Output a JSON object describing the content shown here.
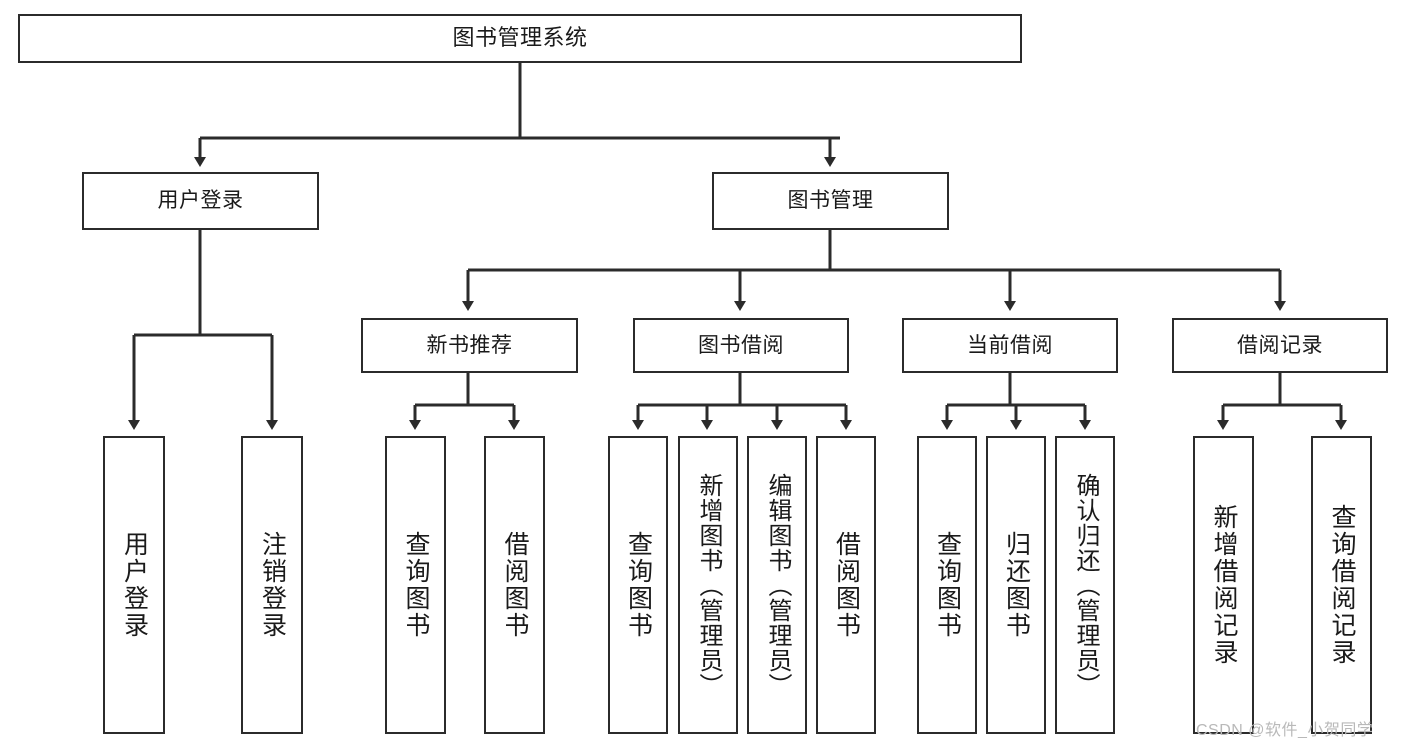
{
  "diagram": {
    "type": "tree-hierarchy-chart",
    "title": "图书管理系统",
    "line_color": "#2b2b2b",
    "box_fill": "#ffffff",
    "text_color": "#1a1a1a",
    "levels": {
      "level1": [
        "图书管理系统"
      ],
      "level2": [
        "用户登录",
        "图书管理"
      ],
      "level3": [
        "新书推荐",
        "图书借阅",
        "当前借阅",
        "借阅记录"
      ],
      "level4": [
        "用户登录",
        "注销登录",
        "查询图书",
        "借阅图书",
        "查询图书",
        "新增图书（管理员）",
        "编辑图书（管理员）",
        "借阅图书",
        "查询图书",
        "归还图书",
        "确认归还（管理员）",
        "新增借阅记录",
        "查询借阅记录"
      ]
    },
    "nodes": {
      "root": {
        "label": "图书管理系统"
      },
      "user_login": {
        "label": "用户登录"
      },
      "book_manage": {
        "label": "图书管理"
      },
      "new_book_rec": {
        "label": "新书推荐"
      },
      "book_borrow": {
        "label": "图书借阅"
      },
      "current_borrow": {
        "label": "当前借阅"
      },
      "borrow_record": {
        "label": "借阅记录"
      },
      "leaf_user_login": {
        "label": "用户登录"
      },
      "leaf_user_logout": {
        "label": "注销登录"
      },
      "leaf_query_book_a": {
        "label": "查询图书"
      },
      "leaf_borrow_book_a": {
        "label": "借阅图书"
      },
      "leaf_query_book_b": {
        "label": "查询图书"
      },
      "leaf_add_book": {
        "label": "新增图书（管理员）"
      },
      "leaf_edit_book": {
        "label": "编辑图书（管理员）"
      },
      "leaf_borrow_book_b": {
        "label": "借阅图书"
      },
      "leaf_query_book_c": {
        "label": "查询图书"
      },
      "leaf_return_book": {
        "label": "归还图书"
      },
      "leaf_confirm_return": {
        "label": "确认归还（管理员）"
      },
      "leaf_add_record": {
        "label": "新增借阅记录"
      },
      "leaf_query_record": {
        "label": "查询借阅记录"
      }
    },
    "edges": [
      [
        "root",
        "user_login"
      ],
      [
        "root",
        "book_manage"
      ],
      [
        "user_login",
        "leaf_user_login"
      ],
      [
        "user_login",
        "leaf_user_logout"
      ],
      [
        "book_manage",
        "new_book_rec"
      ],
      [
        "book_manage",
        "book_borrow"
      ],
      [
        "book_manage",
        "current_borrow"
      ],
      [
        "book_manage",
        "borrow_record"
      ],
      [
        "new_book_rec",
        "leaf_query_book_a"
      ],
      [
        "new_book_rec",
        "leaf_borrow_book_a"
      ],
      [
        "book_borrow",
        "leaf_query_book_b"
      ],
      [
        "book_borrow",
        "leaf_add_book"
      ],
      [
        "book_borrow",
        "leaf_edit_book"
      ],
      [
        "book_borrow",
        "leaf_borrow_book_b"
      ],
      [
        "current_borrow",
        "leaf_query_book_c"
      ],
      [
        "current_borrow",
        "leaf_return_book"
      ],
      [
        "current_borrow",
        "leaf_confirm_return"
      ],
      [
        "borrow_record",
        "leaf_add_record"
      ],
      [
        "borrow_record",
        "leaf_query_record"
      ]
    ]
  },
  "watermark": {
    "text": "CSDN @软件_小贺同学"
  }
}
